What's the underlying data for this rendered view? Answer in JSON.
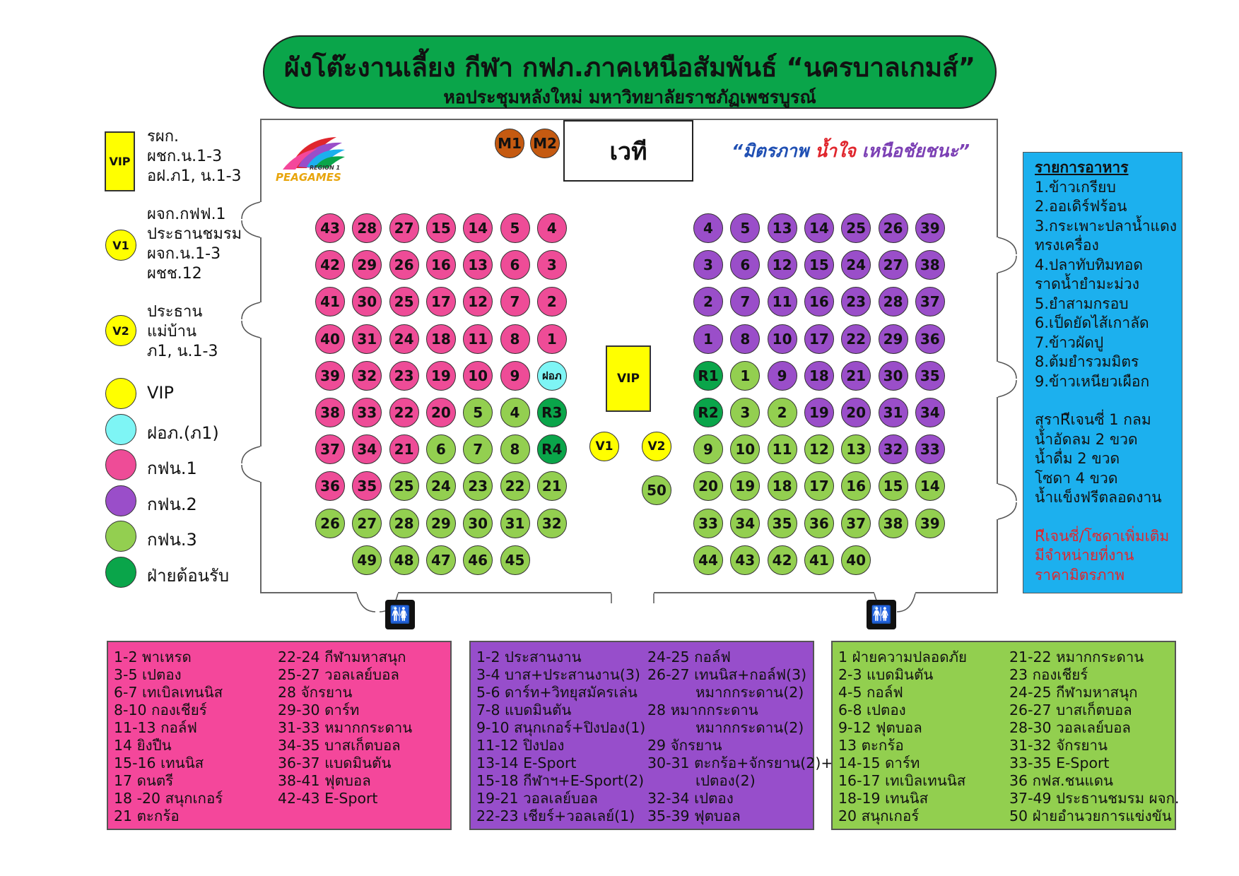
{
  "title": {
    "main": "ผังโต๊ะงานเลี้ยง กีฬา กฟภ.ภาคเหนือสัมพันธ์ “นครบาลเกมส์”",
    "sub": "หอประชุมหลังใหม่ มหาวิทยาลัยราชภัฏเพชรบูรณ์"
  },
  "stage_label": "เวที",
  "logo": {
    "name": "PEAGAMES",
    "region": "REGION 1"
  },
  "slogan": {
    "part1": "“มิตรภาพ ",
    "part2": "น้ำใจ ",
    "part3": "เหนือชัยชนะ”"
  },
  "vip_label": "VIP",
  "colors": {
    "gfn1": "#ee4c97",
    "gfn2": "#9a4ec9",
    "gfn3": "#93cf50",
    "reception": "#0aa54a",
    "vip": "#ffff00",
    "fop": "#7ef5f5",
    "menu": "#1cb0ee",
    "banner": "#0aa54a"
  },
  "legend": {
    "vip_rect": {
      "label": "VIP",
      "lines": [
        "รผก.",
        "ผชก.น.1-3",
        "อฝ.ภ1, น.1-3"
      ]
    },
    "v1": {
      "label": "V1",
      "lines": [
        "ผจก.กฟฟ.1",
        "ประธานชมรม",
        "ผจก.น.1-3",
        "ผชช.12"
      ]
    },
    "v2": {
      "label": "V2",
      "lines": [
        "ประธาน",
        "แม่บ้าน",
        "ภ1, น.1-3"
      ]
    },
    "items": [
      {
        "label": "VIP",
        "color": "#ffff00"
      },
      {
        "label": "ฝอภ.(ภ1)",
        "color": "#7ef5f5"
      },
      {
        "label": "กฟน.1",
        "color": "#ee4c97"
      },
      {
        "label": "กฟน.2",
        "color": "#9a4ec9"
      },
      {
        "label": "กฟน.3",
        "color": "#93cf50"
      },
      {
        "label": "ฝ่ายต้อนรับ",
        "color": "#0aa54a"
      }
    ]
  },
  "left_block": [
    [
      "43",
      "28",
      "27",
      "15",
      "14",
      "5",
      "4"
    ],
    [
      "42",
      "29",
      "26",
      "16",
      "13",
      "6",
      "3"
    ],
    [
      "41",
      "30",
      "25",
      "17",
      "12",
      "7",
      "2"
    ],
    [
      "40",
      "31",
      "24",
      "18",
      "11",
      "8",
      "1"
    ],
    [
      "39",
      "32",
      "23",
      "19",
      "10",
      "9",
      "ฝอภ"
    ],
    [
      "38",
      "33",
      "22",
      "20",
      "5",
      "4",
      "R3"
    ],
    [
      "37",
      "34",
      "21",
      "6",
      "7",
      "8",
      "R4"
    ],
    [
      "36",
      "35",
      "25",
      "24",
      "23",
      "22",
      "21"
    ],
    [
      "26",
      "27",
      "28",
      "29",
      "30",
      "31",
      "32"
    ],
    [
      "",
      "49",
      "48",
      "47",
      "46",
      "45",
      ""
    ]
  ],
  "left_block_types": [
    [
      "1",
      "1",
      "1",
      "1",
      "1",
      "1",
      "1"
    ],
    [
      "1",
      "1",
      "1",
      "1",
      "1",
      "1",
      "1"
    ],
    [
      "1",
      "1",
      "1",
      "1",
      "1",
      "1",
      "1"
    ],
    [
      "1",
      "1",
      "1",
      "1",
      "1",
      "1",
      "1"
    ],
    [
      "1",
      "1",
      "1",
      "1",
      "1",
      "1",
      "f"
    ],
    [
      "1",
      "1",
      "1",
      "1",
      "3",
      "3",
      "r"
    ],
    [
      "1",
      "1",
      "1",
      "3",
      "3",
      "3",
      "r"
    ],
    [
      "1",
      "1",
      "3",
      "3",
      "3",
      "3",
      "3"
    ],
    [
      "3",
      "3",
      "3",
      "3",
      "3",
      "3",
      "3"
    ],
    [
      "",
      "3",
      "3",
      "3",
      "3",
      "3",
      ""
    ]
  ],
  "right_block": [
    [
      "4",
      "5",
      "13",
      "14",
      "25",
      "26",
      "39"
    ],
    [
      "3",
      "6",
      "12",
      "15",
      "24",
      "27",
      "38"
    ],
    [
      "2",
      "7",
      "11",
      "16",
      "23",
      "28",
      "37"
    ],
    [
      "1",
      "8",
      "10",
      "17",
      "22",
      "29",
      "36"
    ],
    [
      "R1",
      "1",
      "9",
      "18",
      "21",
      "30",
      "35"
    ],
    [
      "R2",
      "3",
      "2",
      "19",
      "20",
      "31",
      "34"
    ],
    [
      "9",
      "10",
      "11",
      "12",
      "13",
      "32",
      "33"
    ],
    [
      "20",
      "19",
      "18",
      "17",
      "16",
      "15",
      "14"
    ],
    [
      "33",
      "34",
      "35",
      "36",
      "37",
      "38",
      "39"
    ],
    [
      "44",
      "43",
      "42",
      "41",
      "40",
      "",
      ""
    ]
  ],
  "right_block_types": [
    [
      "2",
      "2",
      "2",
      "2",
      "2",
      "2",
      "2"
    ],
    [
      "2",
      "2",
      "2",
      "2",
      "2",
      "2",
      "2"
    ],
    [
      "2",
      "2",
      "2",
      "2",
      "2",
      "2",
      "2"
    ],
    [
      "2",
      "2",
      "2",
      "2",
      "2",
      "2",
      "2"
    ],
    [
      "r",
      "3",
      "2",
      "2",
      "2",
      "2",
      "2"
    ],
    [
      "r",
      "3",
      "3",
      "2",
      "2",
      "2",
      "2"
    ],
    [
      "3",
      "3",
      "3",
      "3",
      "3",
      "2",
      "2"
    ],
    [
      "3",
      "3",
      "3",
      "3",
      "3",
      "3",
      "3"
    ],
    [
      "3",
      "3",
      "3",
      "3",
      "3",
      "3",
      "3"
    ],
    [
      "3",
      "3",
      "3",
      "3",
      "3",
      "",
      ""
    ]
  ],
  "center_tables": {
    "v1": "V1",
    "v2": "V2",
    "t50": "50",
    "m1": "M1",
    "m2": "M2"
  },
  "menu": {
    "title": "รายการอาหาร",
    "items": [
      "1.ข้าวเกรียบ",
      "2.ออเดิร์ฟร้อน",
      "3.กระเพาะปลาน้ำแดง",
      "ทรงเครื่อง",
      "4.ปลาทับทิมทอด",
      "ราดน้ำยำมะม่วง",
      "5.ยำสามกรอบ",
      "6.เป็ดยัดไส้เกาลัด",
      "7.ข้าวผัดปู",
      "8.ต้มยำรวมมิตร",
      "9.ข้าวเหนียวเผือก"
    ],
    "drinks": [
      "สุราRีเจนซี่ 1 กลม",
      "น้ำอัดลม 2 ขวด",
      "น้ำดื่ม 2 ขวด",
      "โซดา 4 ขวด",
      "น้ำแข็งฟรีตลอดงาน"
    ],
    "notes": [
      "Rีเจนซี่/โซดาเพิ่มเติม",
      "มีจำหน่ายที่งาน",
      "ราคามิตรภาพ"
    ]
  },
  "assignments": {
    "gfn1_left": [
      "1-2 พาเหรด",
      "3-5 เปตอง",
      "6-7 เทเบิลเทนนิส",
      "8-10 กองเชียร์",
      "11-13 กอล์ฟ",
      "14 ยิงปืน",
      "15-16 เทนนิส",
      "17 ดนตรี",
      "18 -20 สนุกเกอร์",
      "21 ตะกร้อ"
    ],
    "gfn1_right": [
      "22-24 กีฬามหาสนุก",
      "25-27 วอลเลย์บอล",
      "28 จักรยาน",
      "29-30 ดาร์ท",
      "31-33 หมากกระดาน",
      "34-35 บาสเก็ตบอล",
      "36-37 แบดมินตัน",
      "38-41 ฟุตบอล",
      "42-43 E-Sport"
    ],
    "gfn2_left": [
      "1-2 ประสานงาน",
      "3-4 บาส+ประสานงาน(3)",
      "5-6 ดาร์ท+วิทยุสมัครเล่น",
      "7-8 แบดมินตัน",
      "9-10 สนุกเกอร์+ปิงปอง(1)",
      "11-12 ปิงปอง",
      "13-14 E-Sport",
      "15-18 กีฬาฯ+E-Sport(2)",
      "19-21 วอลเลย์บอล",
      "22-23 เชียร์+วอลเลย์(1)"
    ],
    "gfn2_right": [
      "24-25 กอล์ฟ",
      "26-27 เทนนิส+กอล์ฟ(3)",
      "หมากกระดาน(2)",
      "28 หมากกระดาน",
      "หมากกระดาน(2)",
      "29 จักรยาน",
      "30-31 ตะกร้อ+จักรยาน(2)+",
      "เปตอง(2)",
      "32-34 เปตอง",
      "35-39 ฟุตบอล"
    ],
    "gfn3_left": [
      "1 ฝ่ายความปลอดภัย",
      "2-3 แบดมินตัน",
      "4-5 กอล์ฟ",
      "6-8 เปตอง",
      "9-12 ฟุตบอล",
      "13 ตะกร้อ",
      "14-15 ดาร์ท",
      "16-17 เทเบิลเทนนิส",
      "18-19 เทนนิส",
      "20 สนุกเกอร์"
    ],
    "gfn3_right": [
      "21-22 หมากกระดาน",
      "23 กองเชียร์",
      "24-25 กีฬามหาสนุก",
      "26-27 บาสเก็ตบอล",
      "28-30 วอลเลย์บอล",
      "31-32 จักรยาน",
      "33-35 E-Sport",
      "36 กฟส.ชนแดน",
      "37-49 ประธานชมรม ผจก.",
      "50 ฝ่ายอำนวยการแข่งขัน"
    ]
  }
}
